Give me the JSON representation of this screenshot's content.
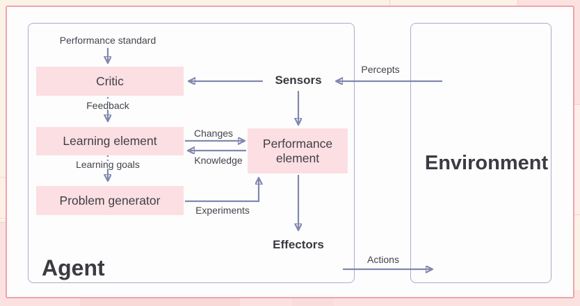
{
  "theme": {
    "card-border": "#f0a2ac",
    "box-fill": "#fcdfe3",
    "outline": "#a7adc8",
    "arrow": "#8188ae",
    "text": "#3f4046"
  },
  "diagram": {
    "agent": {
      "title": "Agent",
      "boxes": {
        "critic": "Critic",
        "learning_element": "Learning element",
        "problem_generator": "Problem generator",
        "performance_element": "Performance element"
      },
      "io": {
        "sensors": "Sensors",
        "effectors": "Effectors"
      },
      "labels": {
        "performance_standard": "Performance standard",
        "feedback": "Feedback",
        "learning_goals": "Learning goals",
        "changes": "Changes",
        "knowledge": "Knowledge",
        "experiments": "Experiments"
      }
    },
    "environment": {
      "title": "Environment"
    },
    "flows": {
      "percepts": "Percepts",
      "actions": "Actions"
    }
  }
}
